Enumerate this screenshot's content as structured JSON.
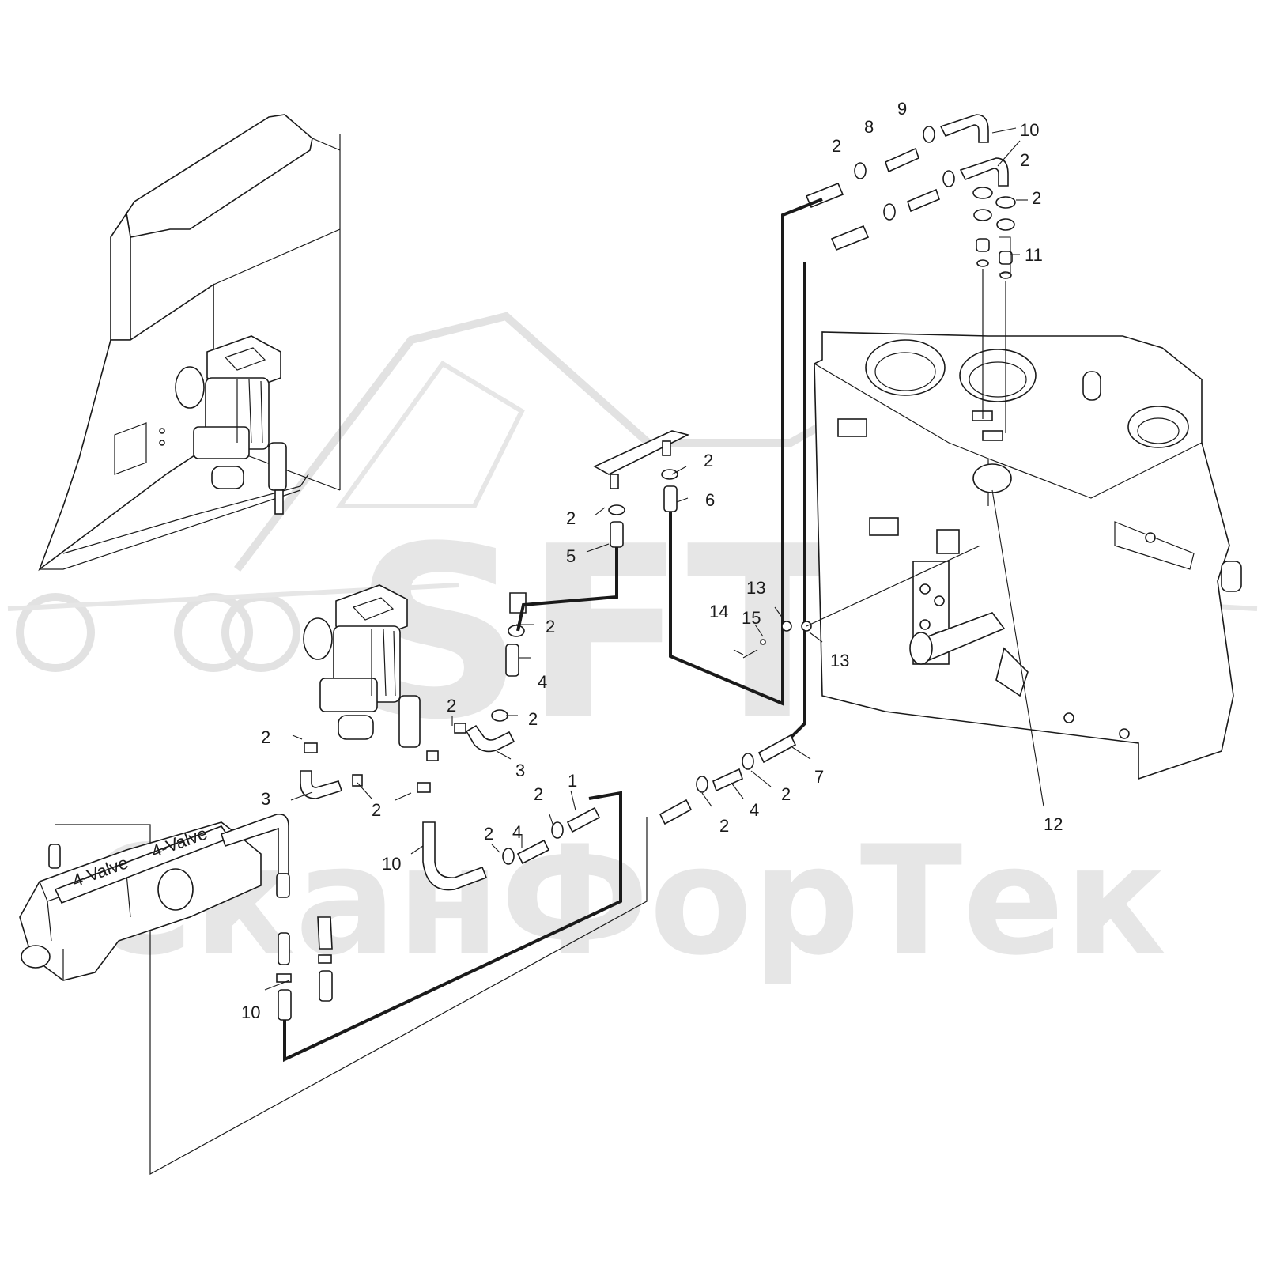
{
  "watermark": {
    "brand": "SFT",
    "company": "СканФорТек"
  },
  "callouts": [
    {
      "id": "c-2a",
      "text": "2"
    },
    {
      "id": "c-8",
      "text": "8"
    },
    {
      "id": "c-9",
      "text": "9"
    },
    {
      "id": "c-10a",
      "text": "10"
    },
    {
      "id": "c-10b",
      "text": "10"
    },
    {
      "id": "c-2b",
      "text": "2"
    },
    {
      "id": "c-11",
      "text": "11"
    },
    {
      "id": "c-2c",
      "text": "2"
    },
    {
      "id": "c-6",
      "text": "6"
    },
    {
      "id": "c-2d",
      "text": "2"
    },
    {
      "id": "c-5",
      "text": "5"
    },
    {
      "id": "c-13a",
      "text": "13"
    },
    {
      "id": "c-15",
      "text": "15"
    },
    {
      "id": "c-14",
      "text": "14"
    },
    {
      "id": "c-13b",
      "text": "13"
    },
    {
      "id": "c-2e",
      "text": "2"
    },
    {
      "id": "c-4a",
      "text": "4"
    },
    {
      "id": "c-2f",
      "text": "2"
    },
    {
      "id": "c-2g",
      "text": "2"
    },
    {
      "id": "c-2h",
      "text": "2"
    },
    {
      "id": "c-3a",
      "text": "3"
    },
    {
      "id": "c-3b",
      "text": "3"
    },
    {
      "id": "c-2i",
      "text": "2"
    },
    {
      "id": "c-1",
      "text": "1"
    },
    {
      "id": "c-2j",
      "text": "2"
    },
    {
      "id": "c-4b",
      "text": "4"
    },
    {
      "id": "c-2k",
      "text": "2"
    },
    {
      "id": "c-10c",
      "text": "10"
    },
    {
      "id": "c-7",
      "text": "7"
    },
    {
      "id": "c-2l",
      "text": "2"
    },
    {
      "id": "c-4c",
      "text": "4"
    },
    {
      "id": "c-2m",
      "text": "2"
    },
    {
      "id": "c-12",
      "text": "12"
    },
    {
      "id": "c-2n",
      "text": "2"
    }
  ],
  "engine_labels": {
    "valve_a": "4-Valve",
    "valve_b": "4-Valve"
  }
}
